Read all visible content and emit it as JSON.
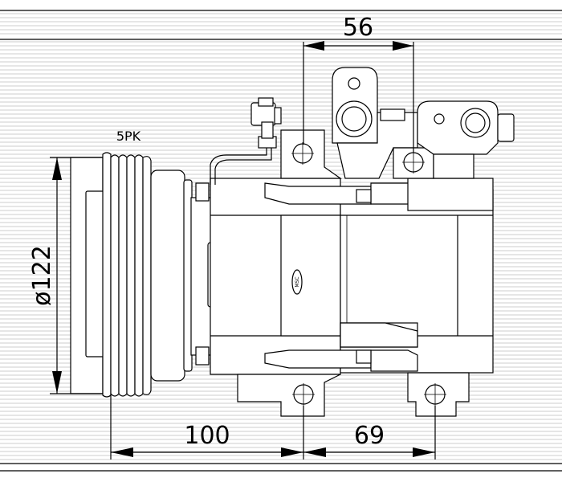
{
  "drawing": {
    "belt_label": "5PK",
    "dimensions": {
      "top_width": "56",
      "pulley_diameter": "ø122",
      "bottom_left": "100",
      "bottom_right": "69"
    },
    "logo_text": "MSC"
  }
}
